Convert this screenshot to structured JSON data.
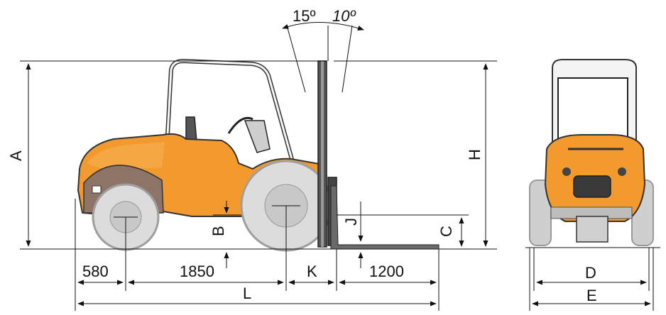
{
  "colors": {
    "body": "#F29A2E",
    "body_dark": "#D9801C",
    "tire": "#DCDCDC",
    "tire_edge": "#9E9E9E",
    "rim": "#C8C8C8",
    "line": "#111111",
    "cab": "#F4F4F4",
    "fender": "#8E7467"
  },
  "angles": {
    "forward": "15º",
    "backward": "10º"
  },
  "dimension_labels": {
    "A": "A",
    "H": "H",
    "B": "B",
    "J": "J",
    "C": "C",
    "K": "K",
    "L": "L",
    "D": "D",
    "E": "E"
  },
  "dimension_values": {
    "rear_overhang": "580",
    "wheelbase": "1850",
    "fork_length": "1200"
  }
}
